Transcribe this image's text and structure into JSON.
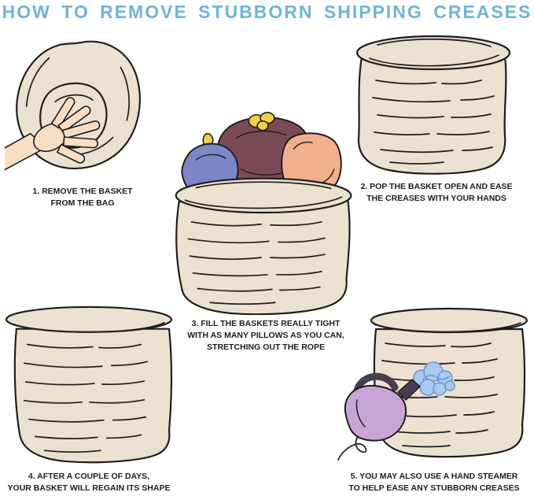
{
  "title": "HOW TO REMOVE STUBBORN SHIPPING CREASES",
  "steps": [
    {
      "id": 1,
      "lines": [
        "1. REMOVE THE BASKET",
        "FROM THE BAG"
      ]
    },
    {
      "id": 2,
      "lines": [
        "2. POP THE BASKET OPEN AND EASE",
        "THE CREASES WITH YOUR HANDS"
      ]
    },
    {
      "id": 3,
      "lines": [
        "3. FILL THE BASKETS REALLY TIGHT",
        "WITH AS MANY PILLOWS AS YOU CAN,",
        "STRETCHING OUT THE ROPE"
      ]
    },
    {
      "id": 4,
      "lines": [
        "4. AFTER A COUPLE OF DAYS,",
        "YOUR BASKET WILL REGAIN ITS SHAPE"
      ]
    },
    {
      "id": 5,
      "lines": [
        "5. YOU MAY ALSO USE A HAND STEAMER",
        "TO HELP EASE ANY STUBBORN CREASES"
      ]
    }
  ],
  "colors": {
    "background": "#ffffff",
    "title": "#6fb4d8",
    "text": "#1d1d1b",
    "basket": "#ece0d1",
    "outline": "#1d1d1b",
    "pillow_blue": "#7b86c6",
    "pillow_maroon": "#7c4a57",
    "pillow_orange": "#f0b08d",
    "tassel_yellow": "#f2ce49",
    "hand_skin": "#f9ddc3",
    "steamer_body": "#c9a5d7",
    "steamer_handle": "#4a3d52",
    "steam_blue": "#a9c9ef",
    "steam_stroke": "#6d93d8"
  }
}
